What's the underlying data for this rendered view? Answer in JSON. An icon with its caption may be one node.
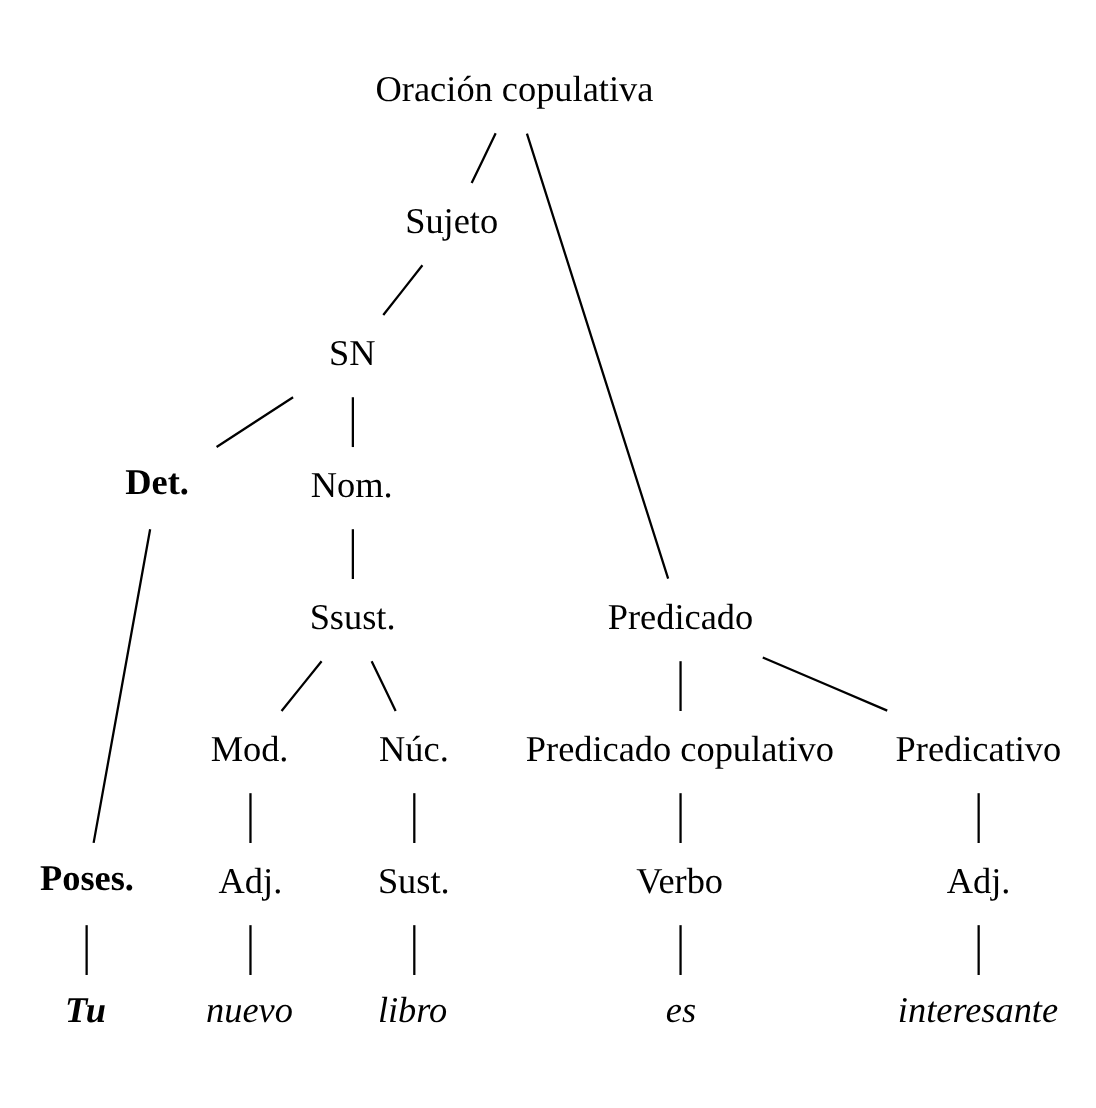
{
  "diagram": {
    "nodes": [
      {
        "text": [
          "Oración copulativa"
        ]
      },
      {
        "text": [
          "Sujeto"
        ]
      },
      {
        "text": [
          "Predicado"
        ]
      },
      {
        "text": [
          "SN"
        ]
      },
      {
        "text": [
          "Predicado copulativo"
        ]
      },
      {
        "text": [
          "Predicativo"
        ]
      },
      {
        "text": [
          "Det."
        ]
      },
      {
        "text": [
          "Nom."
        ]
      },
      {
        "text": [
          "Ssust."
        ]
      },
      {
        "text": [
          "Mod."
        ]
      },
      {
        "text": [
          "Núc."
        ]
      },
      {
        "text": [
          "Poses."
        ]
      },
      {
        "text": [
          "Adj."
        ]
      },
      {
        "text": [
          "Sust."
        ]
      },
      {
        "text": [
          "Verbo"
        ]
      },
      {
        "text": [
          "Adj."
        ]
      },
      {
        "text": [
          "Tu"
        ]
      },
      {
        "text": [
          "nuevo"
        ]
      },
      {
        "text": [
          "libro"
        ]
      },
      {
        "text": [
          "es"
        ]
      },
      {
        "text": [
          "interesante"
        ]
      }
    ],
    "edges": [
      {
        "from": 0,
        "to": 1,
        "arrow": "none"
      },
      {
        "from": 0,
        "to": 2,
        "arrow": "none"
      },
      {
        "from": 1,
        "to": 3,
        "arrow": "none"
      },
      {
        "from": 2,
        "to": 4,
        "arrow": "none"
      },
      {
        "from": 2,
        "to": 5,
        "arrow": "none"
      },
      {
        "from": 3,
        "to": 6,
        "arrow": "none"
      },
      {
        "from": 3,
        "to": 7,
        "arrow": "none"
      },
      {
        "from": 7,
        "to": 8,
        "arrow": "none"
      },
      {
        "from": 8,
        "to": 9,
        "arrow": "none"
      },
      {
        "from": 8,
        "to": 10,
        "arrow": "none"
      },
      {
        "from": 6,
        "to": 11,
        "arrow": "none"
      },
      {
        "from": 9,
        "to": 12,
        "arrow": "none"
      },
      {
        "from": 10,
        "to": 13,
        "arrow": "none"
      },
      {
        "from": 4,
        "to": 14,
        "arrow": "none"
      },
      {
        "from": 5,
        "to": 15,
        "arrow": "none"
      },
      {
        "from": 11,
        "to": 16,
        "arrow": "none"
      },
      {
        "from": 12,
        "to": 17,
        "arrow": "none"
      },
      {
        "from": 13,
        "to": 18,
        "arrow": "none"
      },
      {
        "from": 14,
        "to": 19,
        "arrow": "none"
      },
      {
        "from": 15,
        "to": 20,
        "arrow": "none"
      }
    ]
  }
}
